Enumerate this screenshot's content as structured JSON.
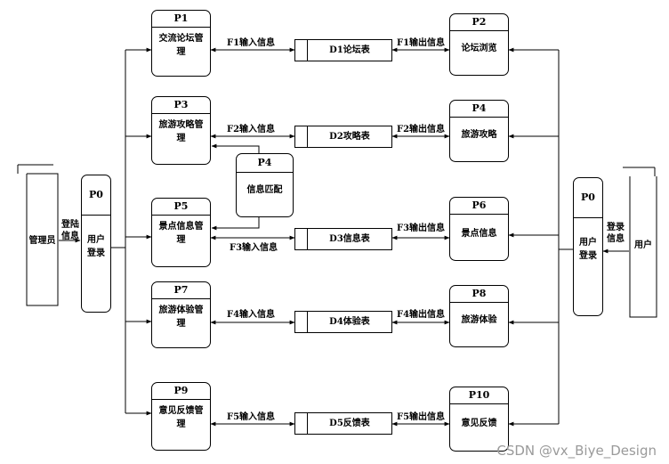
{
  "entities": {
    "admin": "管理员",
    "user": "用户"
  },
  "processes": {
    "p0_left": {
      "id": "P0",
      "name": "用户登录"
    },
    "p1": {
      "id": "P1",
      "name": "交流论坛管理"
    },
    "p2": {
      "id": "P2",
      "name": "论坛浏览"
    },
    "p3": {
      "id": "P3",
      "name": "旅游攻略管理"
    },
    "p4_top": {
      "id": "P4",
      "name": "旅游攻略"
    },
    "p4_match": {
      "id": "P4",
      "name": "信息匹配"
    },
    "p5": {
      "id": "P5",
      "name": "景点信息管理"
    },
    "p6": {
      "id": "P6",
      "name": "景点信息"
    },
    "p7": {
      "id": "P7",
      "name": "旅游体验管理"
    },
    "p8": {
      "id": "P8",
      "name": "旅游体验"
    },
    "p9": {
      "id": "P9",
      "name": "意见反馈管理"
    },
    "p10": {
      "id": "P10",
      "name": "意见反馈"
    },
    "p0_right": {
      "id": "P0",
      "name": "用户登录"
    }
  },
  "stores": {
    "d1": "D1论坛表",
    "d2": "D2攻略表",
    "d3": "D3信息表",
    "d4": "D4体验表",
    "d5": "D5反馈表"
  },
  "flows": {
    "f1_in": "F1输入信息",
    "f1_out": "F1输出信息",
    "f2_in": "F2输入信息",
    "f2_out": "F2输出信息",
    "f3_in": "F3输入信息",
    "f3_out": "F3输出信息",
    "f4_in": "F4输入信息",
    "f4_out": "F4输出信息",
    "f5_in": "F5输入信息",
    "f5_out": "F5输出信息",
    "admin_login": "登陆信息",
    "user_login": "登录信息"
  },
  "watermark": "CSDN @vx_Biye_Design"
}
